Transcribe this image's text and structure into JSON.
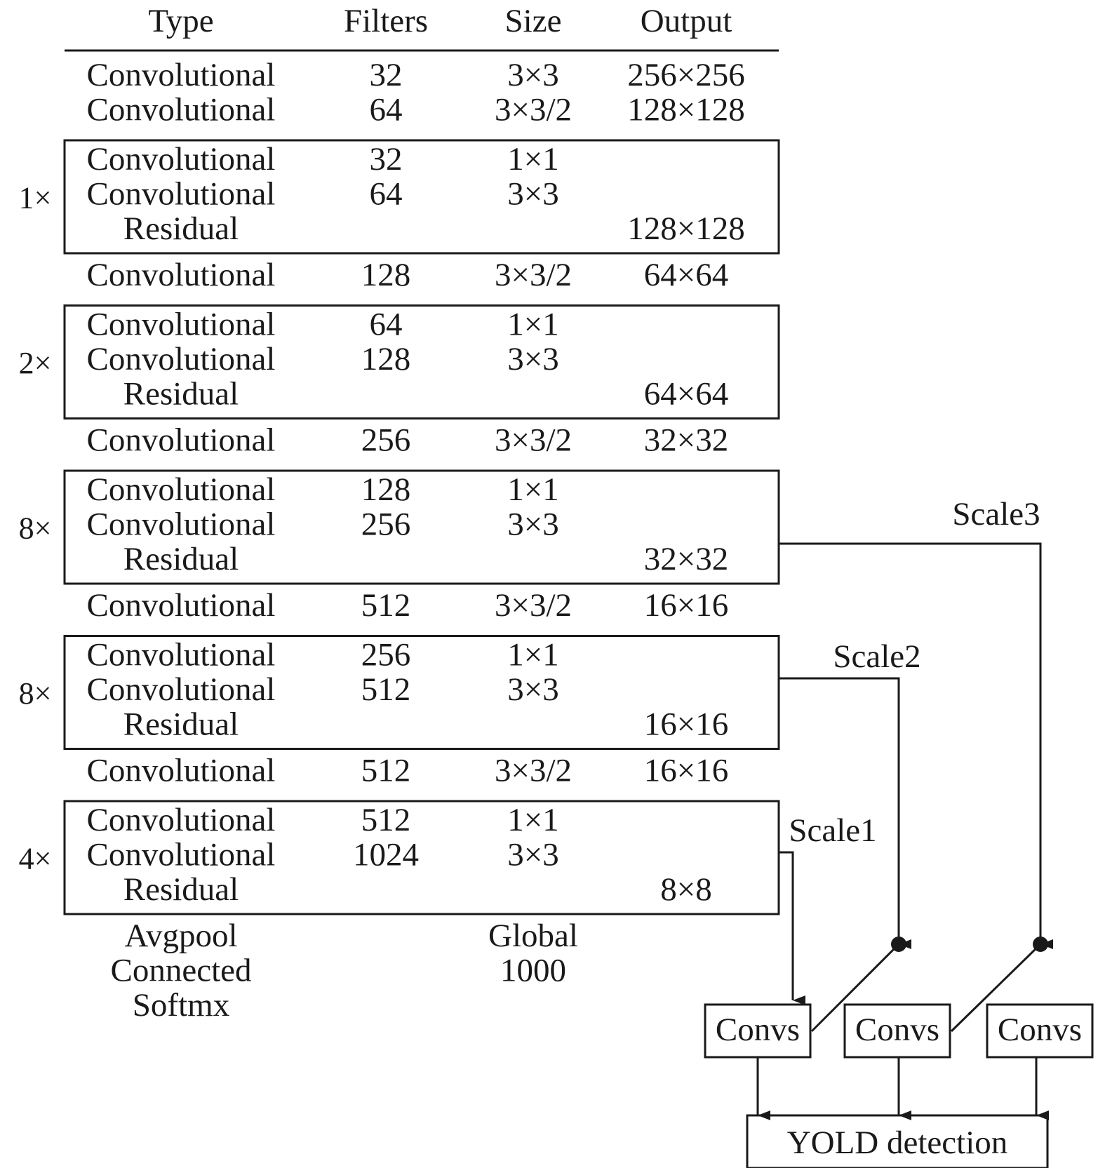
{
  "header": {
    "type": "Type",
    "filters": "Filters",
    "size": "Size",
    "output": "Output"
  },
  "groups": [
    {
      "multiplier": "",
      "rows": [
        {
          "type": "Convolutional",
          "filters": "32",
          "size": "3×3",
          "output": "256×256"
        },
        {
          "type": "Convolutional",
          "filters": "64",
          "size": "3×3/2",
          "output": "128×128"
        }
      ]
    },
    {
      "multiplier": "1×",
      "rows": [
        {
          "type": "Convolutional",
          "filters": "32",
          "size": "1×1",
          "output": ""
        },
        {
          "type": "Convolutional",
          "filters": "64",
          "size": "3×3",
          "output": ""
        },
        {
          "type": "Residual",
          "filters": "",
          "size": "",
          "output": "128×128"
        }
      ]
    },
    {
      "multiplier": "",
      "rows": [
        {
          "type": "Convolutional",
          "filters": "128",
          "size": "3×3/2",
          "output": "64×64"
        }
      ]
    },
    {
      "multiplier": "2×",
      "rows": [
        {
          "type": "Convolutional",
          "filters": "64",
          "size": "1×1",
          "output": ""
        },
        {
          "type": "Convolutional",
          "filters": "128",
          "size": "3×3",
          "output": ""
        },
        {
          "type": "Residual",
          "filters": "",
          "size": "",
          "output": "64×64"
        }
      ]
    },
    {
      "multiplier": "",
      "rows": [
        {
          "type": "Convolutional",
          "filters": "256",
          "size": "3×3/2",
          "output": "32×32"
        }
      ]
    },
    {
      "multiplier": "8×",
      "rows": [
        {
          "type": "Convolutional",
          "filters": "128",
          "size": "1×1",
          "output": ""
        },
        {
          "type": "Convolutional",
          "filters": "256",
          "size": "3×3",
          "output": ""
        },
        {
          "type": "Residual",
          "filters": "",
          "size": "",
          "output": "32×32"
        }
      ]
    },
    {
      "multiplier": "",
      "rows": [
        {
          "type": "Convolutional",
          "filters": "512",
          "size": "3×3/2",
          "output": "16×16"
        }
      ]
    },
    {
      "multiplier": "8×",
      "rows": [
        {
          "type": "Convolutional",
          "filters": "256",
          "size": "1×1",
          "output": ""
        },
        {
          "type": "Convolutional",
          "filters": "512",
          "size": "3×3",
          "output": ""
        },
        {
          "type": "Residual",
          "filters": "",
          "size": "",
          "output": "16×16"
        }
      ]
    },
    {
      "multiplier": "",
      "rows": [
        {
          "type": "Convolutional",
          "filters": "512",
          "size": "3×3/2",
          "output": "16×16"
        }
      ]
    },
    {
      "multiplier": "4×",
      "rows": [
        {
          "type": "Convolutional",
          "filters": "512",
          "size": "1×1",
          "output": ""
        },
        {
          "type": "Convolutional",
          "filters": "1024",
          "size": "3×3",
          "output": ""
        },
        {
          "type": "Residual",
          "filters": "",
          "size": "",
          "output": "8×8"
        }
      ]
    },
    {
      "multiplier": "",
      "rows": [
        {
          "type": "Avgpool",
          "filters": "",
          "size": "Global",
          "output": ""
        },
        {
          "type": "Connected",
          "filters": "",
          "size": "1000",
          "output": ""
        },
        {
          "type": "Softmx",
          "filters": "",
          "size": "",
          "output": ""
        }
      ]
    }
  ],
  "scales": {
    "scale1": "Scale1",
    "scale2": "Scale2",
    "scale3": "Scale3"
  },
  "convs": [
    "Convs",
    "Convs",
    "Convs"
  ],
  "detection": "YOLD detection"
}
